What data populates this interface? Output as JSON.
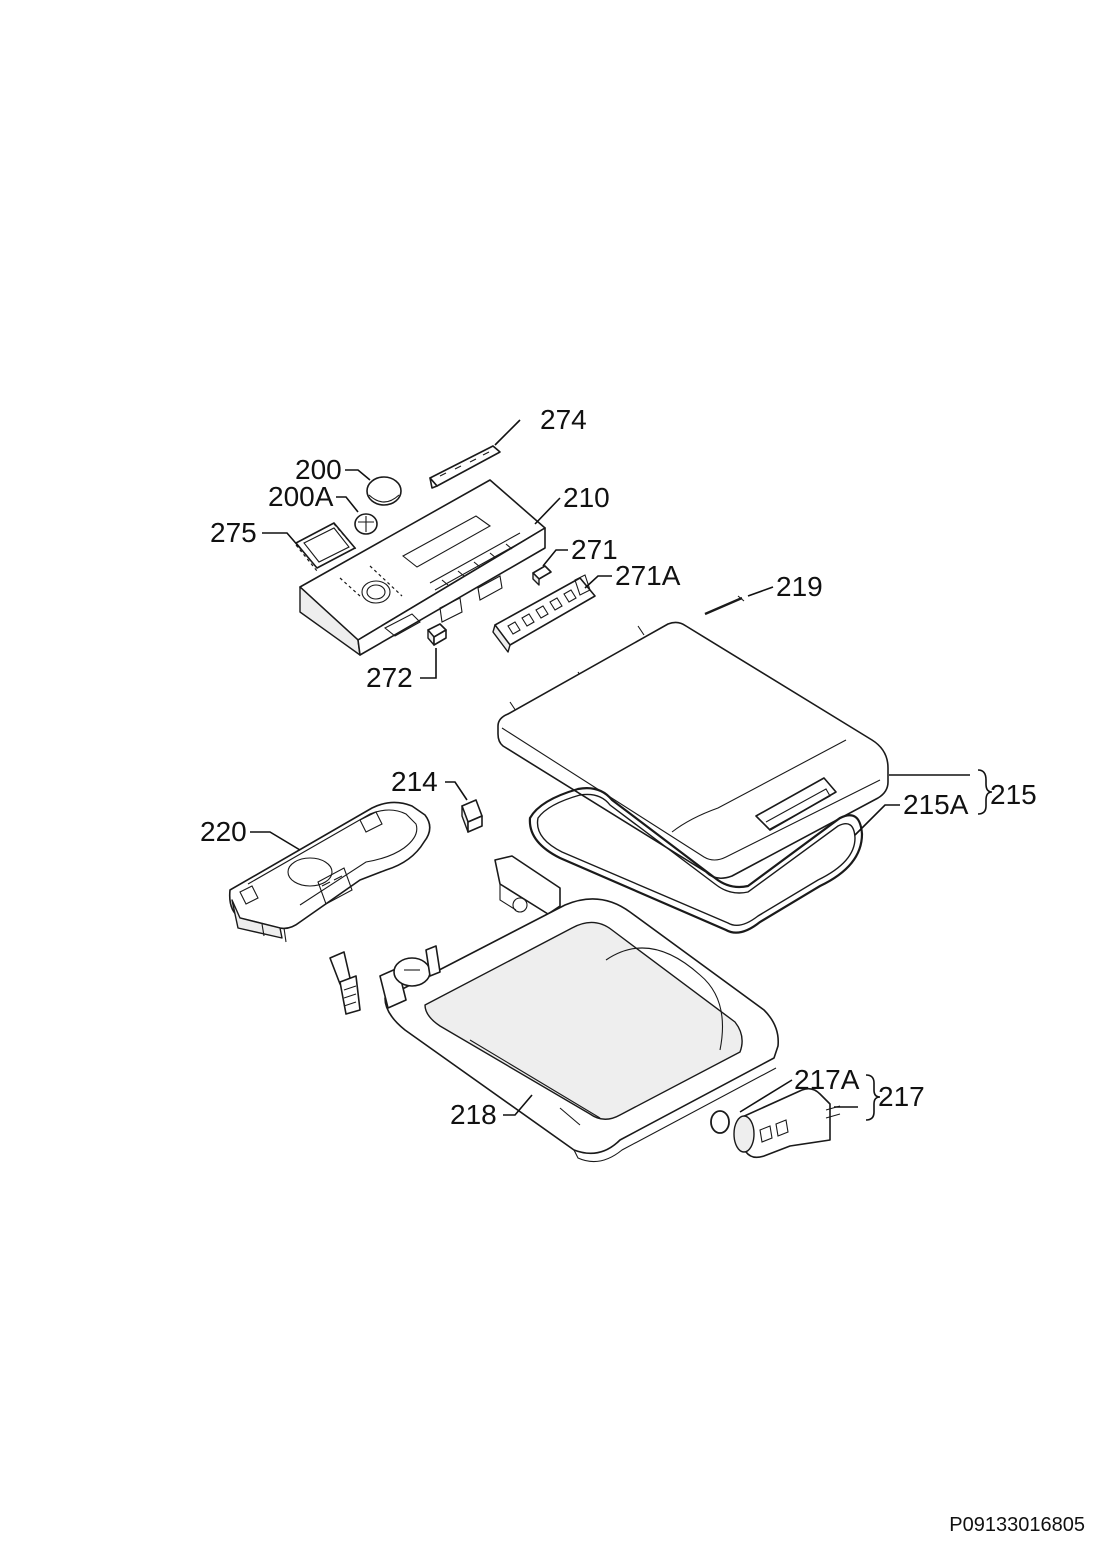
{
  "diagram": {
    "callouts": {
      "c274": "274",
      "c200": "200",
      "c200A": "200A",
      "c210": "210",
      "c275": "275",
      "c271": "271",
      "c271A": "271A",
      "c219": "219",
      "c272": "272",
      "c214": "214",
      "c215": "215",
      "c215A": "215A",
      "c220": "220",
      "c217A": "217A",
      "c217": "217",
      "c218": "218"
    },
    "drawing_code": "P09133016805"
  }
}
